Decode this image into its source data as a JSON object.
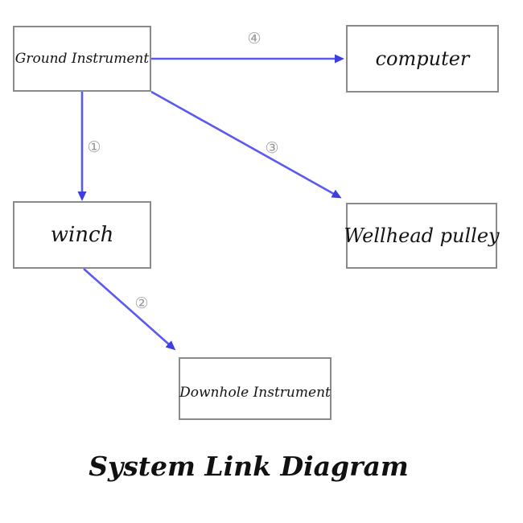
{
  "diagram": {
    "title": "System Link Diagram",
    "nodes": [
      {
        "id": "ground",
        "label": "Ground Instrument"
      },
      {
        "id": "computer",
        "label": "computer"
      },
      {
        "id": "winch",
        "label": "winch"
      },
      {
        "id": "wellhead",
        "label": "Wellhead pulley"
      },
      {
        "id": "downhole",
        "label": "Downhole Instrument"
      }
    ],
    "edges": [
      {
        "id": "e1",
        "circled": "①",
        "from": "Ground Instrument",
        "to": "winch"
      },
      {
        "id": "e2",
        "circled": "②",
        "from": "winch",
        "to": "Downhole Instrument"
      },
      {
        "id": "e3",
        "circled": "③",
        "from": "Ground Instrument",
        "to": "Wellhead pulley"
      },
      {
        "id": "e4",
        "circled": "④",
        "from": "Ground Instrument",
        "to": "computer"
      }
    ],
    "colors": {
      "arrow": "#5a5af0",
      "arrowhead": "#3d3de0",
      "box_border": "#8a8a8a",
      "edge_label_gray": "#9a9a9a",
      "text": "#141414"
    }
  }
}
